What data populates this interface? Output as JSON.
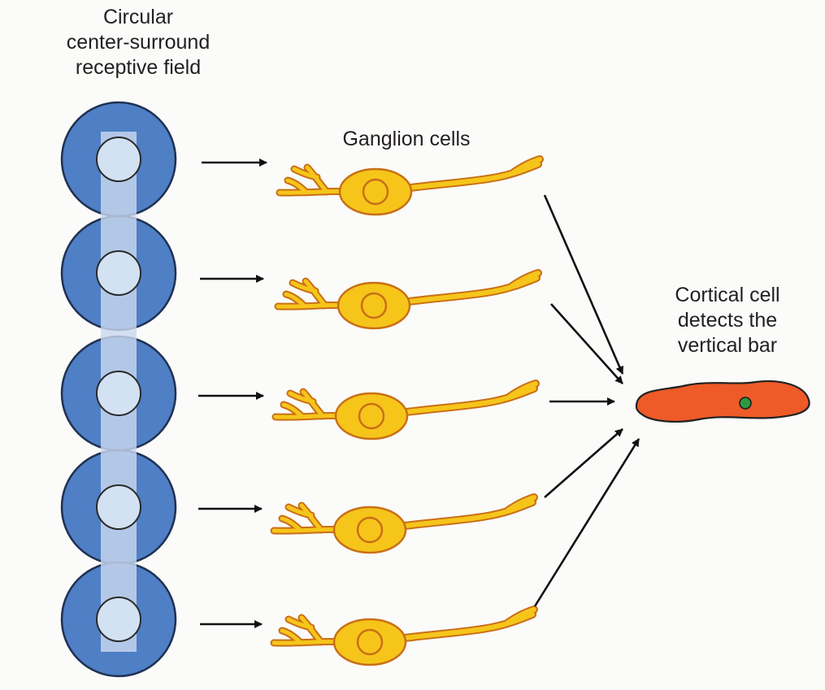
{
  "labels": {
    "receptive_field": [
      "Circular",
      "center-surround",
      "receptive field"
    ],
    "ganglion": "Ganglion cells",
    "cortical": [
      "Cortical cell",
      "detects the",
      "vertical bar"
    ]
  },
  "colors": {
    "surround": "#4f7fc5",
    "surround_edge": "#1f3152",
    "center": "#d3e2f2",
    "bar": "#c9d8ee",
    "ganglion_fill": "#f6c51a",
    "ganglion_edge": "#c96f16",
    "cortical_fill": "#ee5a28",
    "cortical_nucleus": "#2c9a3e",
    "arrow": "#111111"
  },
  "icons": {
    "receptive_field": "center-surround-circle-icon",
    "ganglion": "ganglion-neuron-icon",
    "cortical": "cortical-cell-icon"
  }
}
